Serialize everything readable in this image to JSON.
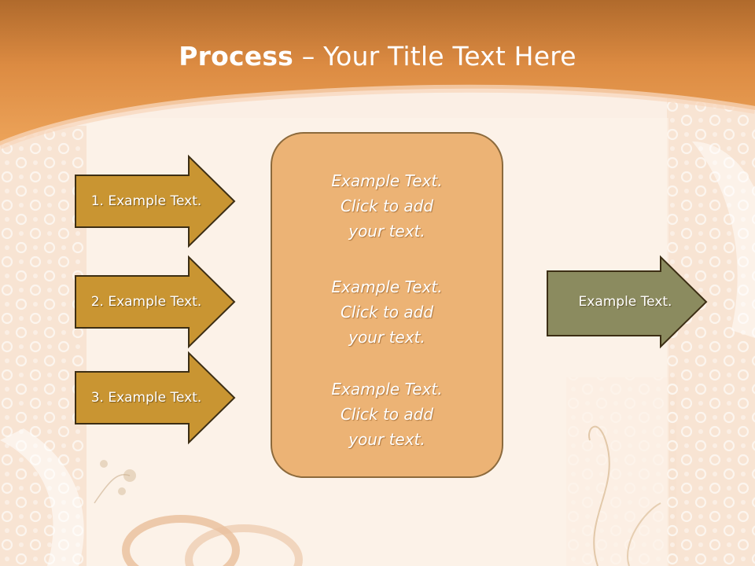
{
  "slide": {
    "title_bold": "Process",
    "title_rest": " – Your Title Text Here"
  },
  "left_arrows": [
    {
      "label": "1. Example Text."
    },
    {
      "label": "2. Example Text."
    },
    {
      "label": "3. Example Text."
    }
  ],
  "center_box": {
    "blocks": [
      {
        "line1": "Example Text.",
        "line2": "Click  to add",
        "line3": "your text."
      },
      {
        "line1": "Example Text.",
        "line2": "Click  to add",
        "line3": "your text."
      },
      {
        "line1": "Example Text.",
        "line2": "Click  to add",
        "line3": "your text."
      }
    ]
  },
  "right_arrow": {
    "label": "Example Text."
  },
  "colors": {
    "header_orange": "#e4944a",
    "left_arrow_fill": "#c99532",
    "arrow_stroke": "#3c2e14",
    "center_box_fill": "#ecb375",
    "right_arrow_fill": "#8b8b5f"
  }
}
